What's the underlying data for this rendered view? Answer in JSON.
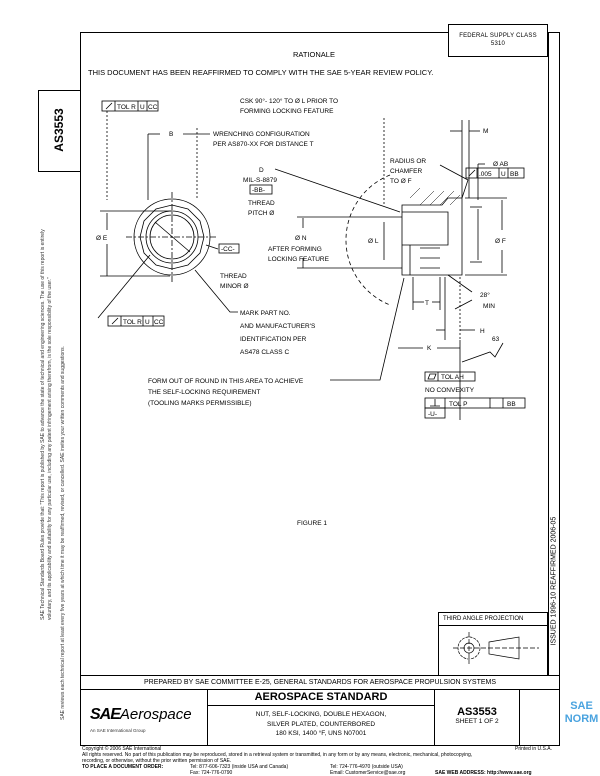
{
  "header": {
    "federal_supply_class_label": "FEDERAL SUPPLY CLASS",
    "federal_supply_class_value": "5310",
    "doc_number_side": "AS3553",
    "issue_strip": "ISSUED 1996-10     REAFFIRMED 2006-05"
  },
  "side_notice": {
    "line1": "SAE Technical Standards Board Rules provide that: \"This report is published by SAE to advance the state of technical and engineering sciences. The use of this report is entirely",
    "line1b": "voluntary, and its applicability and suitability for any particular use, including any patent infringement arising therefrom, is the sole responsibility of the user.\"",
    "line2": "SAE reviews each technical report at least every five years at which time it may be reaffirmed, revised, or cancelled. SAE invites your written comments and suggestions."
  },
  "rationale": {
    "title": "RATIONALE",
    "text": "THIS DOCUMENT HAS BEEN REAFFIRMED TO COMPLY WITH THE SAE 5-YEAR REVIEW POLICY."
  },
  "drawing": {
    "fcf_top": [
      "TOL R",
      "U",
      "CC"
    ],
    "csk_note": [
      "CSK 90°- 120° TO Ø L PRIOR TO",
      "FORMING LOCKING FEATURE"
    ],
    "dim_b": "B",
    "wrenching": [
      "WRENCHING CONFIGURATION",
      "PER AS870-XX FOR DISTANCE  T"
    ],
    "dim_m": "M",
    "radius_note": [
      "RADIUS OR",
      "CHAMFER",
      "TO Ø F"
    ],
    "dim_ab": "Ø AB",
    "fcf_ab": [
      ".005",
      "U",
      "BB"
    ],
    "thread_note": [
      "D",
      "MIL-S-8879",
      "-BB-",
      "THREAD",
      "PITCH Ø"
    ],
    "dim_e": "Ø E",
    "dim_n": [
      "Ø N",
      "AFTER FORMING",
      "LOCKING FEATURE"
    ],
    "dim_l": "Ø L",
    "dim_f": "Ø F",
    "datum_cc": "-CC-",
    "thread_minor": [
      "THREAD",
      "MINOR Ø"
    ],
    "fcf_bottom": [
      "TOL R",
      "U",
      "CC"
    ],
    "mark_note": [
      "MARK PART NO.",
      "AND MANUFACTURER'S",
      "IDENTIFICATION PER",
      "AS478 CLASS C"
    ],
    "dim_t": "T",
    "angle": [
      "28°",
      "MIN"
    ],
    "dim_h": "H",
    "dim_k": "K",
    "finish": "63",
    "form_note": [
      "FORM OUT OF ROUND IN THIS AREA TO ACHIEVE",
      "THE SELF-LOCKING REQUIREMENT",
      "(TOOLING MARKS PERMISSIBLE)"
    ],
    "flatness": [
      "TOL AH",
      "NO CONVEXITY"
    ],
    "perp": [
      "TOL P",
      "BB"
    ],
    "datum_u": "-U-",
    "figure_label": "FIGURE 1"
  },
  "projection": {
    "label": "THIRD ANGLE PROJECTION"
  },
  "title_block": {
    "prepared_by": "PREPARED BY SAE COMMITTEE E-25, GENERAL STANDARDS FOR AEROSPACE PROPULSION SYSTEMS",
    "logo_sae": "SAE",
    "logo_aerospace": "Aerospace",
    "logo_tagline": "An SAE International Group",
    "heading": "AEROSPACE STANDARD",
    "title_lines": [
      "NUT, SELF-LOCKING, DOUBLE HEXAGON,",
      "SILVER PLATED, COUNTERBORED",
      "180 KSI, 1400 °F, UNS N07001"
    ],
    "number": "AS3553",
    "sheet": "SHEET 1 OF 2"
  },
  "footer": {
    "copyright": "Copyright © 2006 SAE International",
    "printed": "Printed in U.S.A.",
    "rights": "All rights reserved. No part of this publication may be reproduced, stored in a retrieval system or transmitted, in any form or by any means, electronic, mechanical, photocopying,",
    "rights2": "recording, or otherwise, without the prior written permission of SAE.",
    "order_label": "TO PLACE A DOCUMENT ORDER:",
    "tel1": "Tel: 877-606-7323 (inside USA and Canada)",
    "tel2": "Tel: 724-776-4970 (outside USA)",
    "fax": "Fax: 724-776-0790",
    "email": "Email: CustomerService@sae.org",
    "web": "SAE WEB ADDRESS: http://www.sae.org"
  },
  "watermark": {
    "text": "SAE NORM",
    "color": "#4aa3df"
  }
}
